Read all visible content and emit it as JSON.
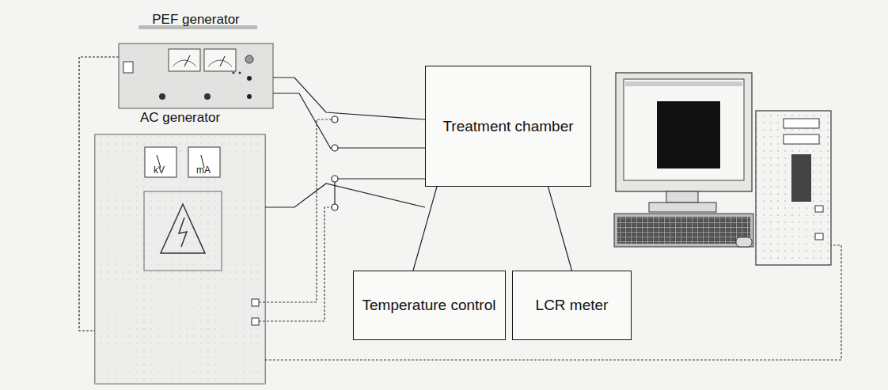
{
  "diagram": {
    "nodes": [
      {
        "text": [
          "PEF generator"
        ]
      },
      {
        "text": [
          "AC generator"
        ]
      },
      {
        "text": [
          "Treatment chamber"
        ]
      },
      {
        "text": [
          "Temperature control"
        ]
      },
      {
        "text": [
          "LCR meter"
        ]
      }
    ],
    "edges": [
      {
        "from": 0,
        "to": 2,
        "arrow": "none"
      },
      {
        "from": 1,
        "to": 2,
        "arrow": "none"
      },
      {
        "from": 2,
        "to": 3,
        "arrow": "none"
      },
      {
        "from": 2,
        "to": 4,
        "arrow": "none"
      },
      {
        "from": 0,
        "to": 1,
        "arrow": "none"
      }
    ],
    "labels": [
      "kV",
      "mA"
    ]
  }
}
